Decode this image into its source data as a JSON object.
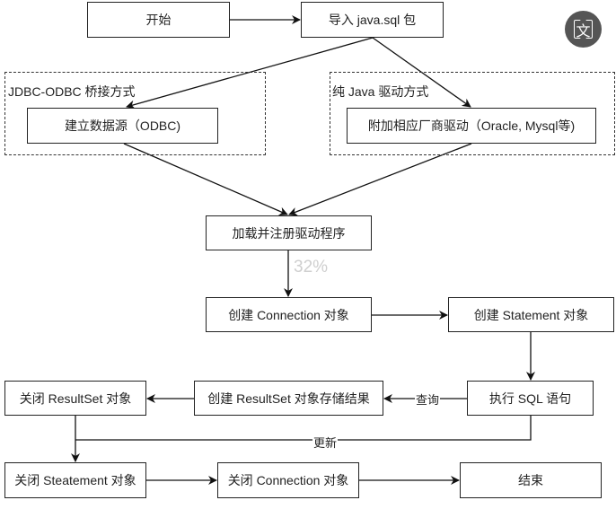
{
  "nodes": {
    "start": "开始",
    "import": "导入 java.sql 包",
    "odbc_source": "建立数据源（ODBC)",
    "vendor_driver": "附加相应厂商驱动（Oracle, Mysql等)",
    "load_driver": "加载并注册驱动程序",
    "create_connection": "创建 Connection 对象",
    "create_statement": "创建 Statement 对象",
    "execute_sql": "执行 SQL 语句",
    "create_resultset": "创建 ResultSet 对象存储结果",
    "close_resultset": "关闭 ResultSet 对象",
    "close_statement": "关闭 Steatement 对象",
    "close_connection": "关闭 Connection 对象",
    "end": "结束"
  },
  "groups": {
    "bridge": "JDBC-ODBC 桥接方式",
    "pure_java": "纯 Java 驱动方式"
  },
  "edges": {
    "query": "查询",
    "update": "更新"
  },
  "overlay": {
    "zoom_level": "32%",
    "translate_icon_label": "文"
  }
}
